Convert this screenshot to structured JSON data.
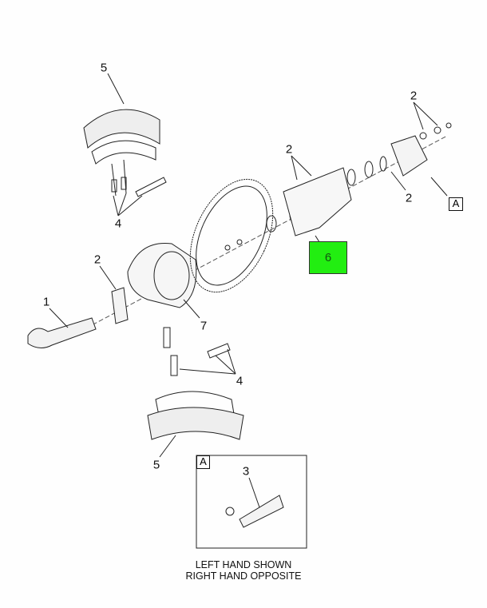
{
  "callouts": {
    "shoe_top": "5",
    "springs_top": "4",
    "shim_left": "2",
    "camshaft": "1",
    "spider": "7",
    "springs_bottom": "4",
    "shoe_bottom": "5",
    "bolts_center": "2",
    "washers_right_top": "2",
    "washers_right": "2",
    "view_ref": "A",
    "bracket_highlight": "6",
    "inset_ref": "A",
    "inset_part": "3"
  },
  "note": {
    "line1": "LEFT HAND SHOWN",
    "line2": "RIGHT HAND OPPOSITE"
  },
  "colors": {
    "highlight": "#22ee11"
  }
}
